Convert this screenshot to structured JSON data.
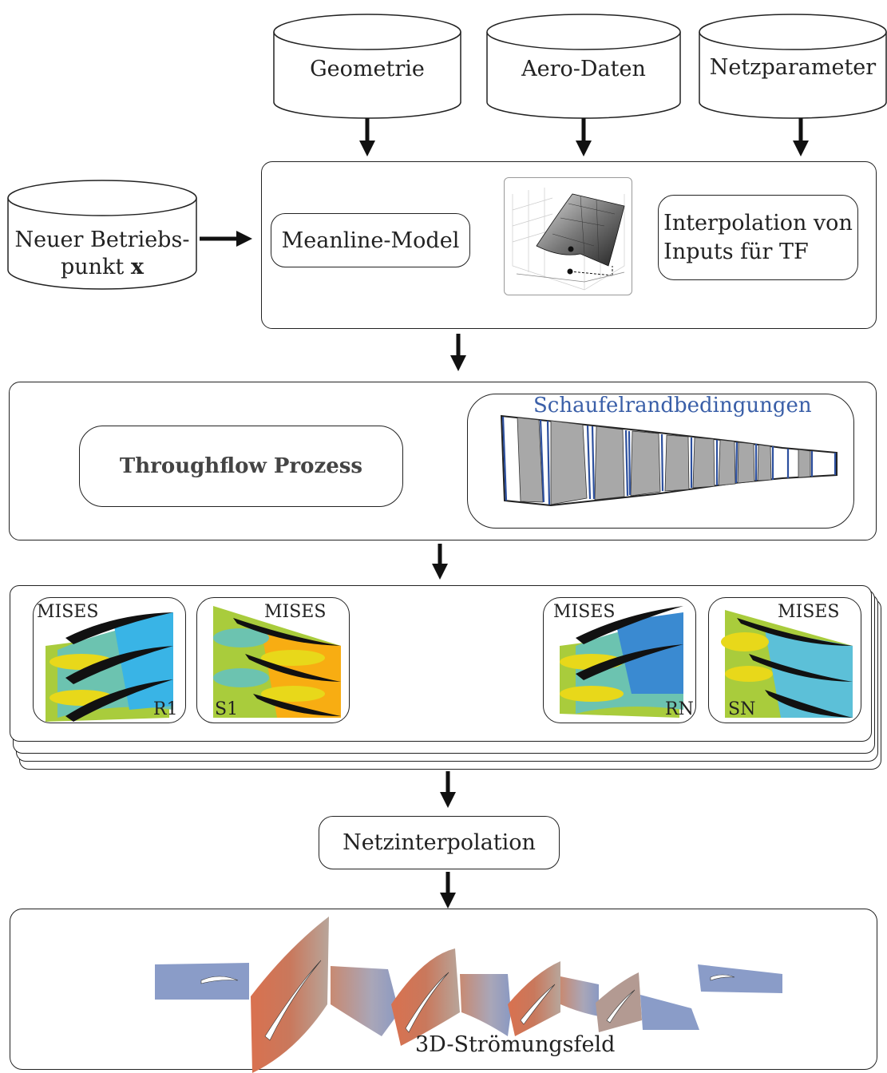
{
  "databases": {
    "geometry": "Geometrie",
    "aero": "Aero-Daten",
    "mesh_params": "Netzparameter",
    "new_point_line1": "Neuer Betriebs-",
    "new_point_line2": "punkt",
    "new_point_var": "x"
  },
  "meanline": {
    "model_label": "Meanline-Model",
    "interp_line1": "Interpolation von",
    "interp_line2": "Inputs für TF"
  },
  "throughflow": {
    "process_label": "Throughflow Prozess",
    "bc_label": "Schaufelrandbedingungen",
    "bc_color": "#3a5fa8"
  },
  "mises": {
    "panels": [
      {
        "solver": "MISES",
        "row": "R1"
      },
      {
        "solver": "MISES",
        "row": "S1"
      },
      {
        "solver": "MISES",
        "row": "RN"
      },
      {
        "solver": "MISES",
        "row": "SN"
      }
    ]
  },
  "mesh_interp": {
    "label": "Netzinterpolation"
  },
  "result": {
    "label": "3D-Strömungsfeld"
  },
  "icons": [
    "database-cylinder-icon",
    "arrow-down-icon",
    "arrow-right-icon",
    "surface-plot-icon",
    "ellipsis-icon"
  ]
}
